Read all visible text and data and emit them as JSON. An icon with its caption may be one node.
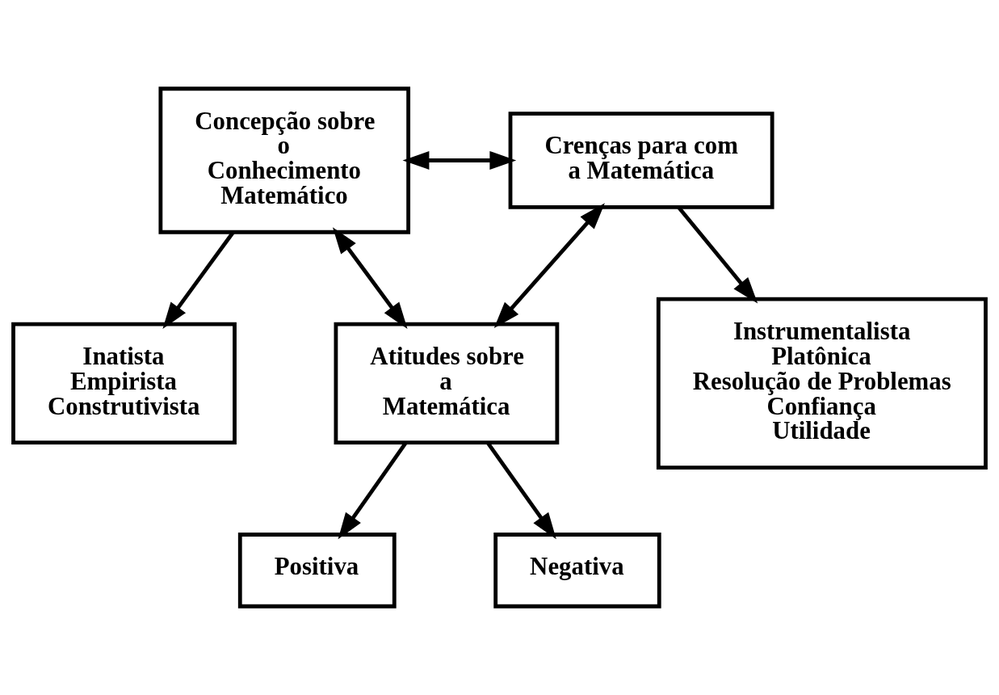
{
  "diagram": {
    "nodes": [
      {
        "text": [
          "Concepção sobre o Conhecimento Matemático"
        ]
      },
      {
        "text": [
          "Crenças para com a Matemática"
        ]
      },
      {
        "text": [
          "Inatista",
          "Empirista",
          "Construtivista"
        ]
      },
      {
        "text": [
          "Instrumentalista",
          "Platônica",
          "Resolução de Problemas",
          "Confiança",
          "Utilidade"
        ]
      },
      {
        "text": [
          "Atitudes sobre a Matemática"
        ]
      },
      {
        "text": [
          "Positiva"
        ]
      },
      {
        "text": [
          "Negativa"
        ]
      }
    ],
    "edges": [
      {
        "from": 0,
        "to": 1,
        "arrow": "both"
      },
      {
        "from": 0,
        "to": 2,
        "arrow": "to"
      },
      {
        "from": 1,
        "to": 3,
        "arrow": "to"
      },
      {
        "from": 0,
        "to": 4,
        "arrow": "both"
      },
      {
        "from": 1,
        "to": 4,
        "arrow": "both"
      },
      {
        "from": 4,
        "to": 5,
        "arrow": "to"
      },
      {
        "from": 4,
        "to": 6,
        "arrow": "to"
      }
    ]
  }
}
